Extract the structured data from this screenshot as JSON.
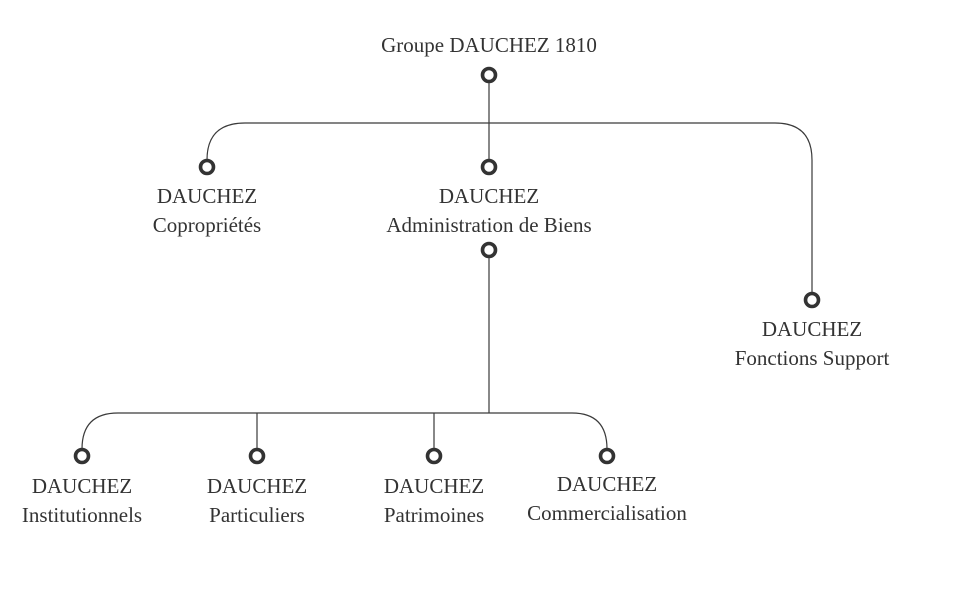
{
  "diagram": {
    "type": "org-chart",
    "root": {
      "label": "Groupe DAUCHEZ  1810"
    },
    "level1": [
      {
        "line1": "DAUCHEZ",
        "line2": "Copropriétés"
      },
      {
        "line1": "DAUCHEZ",
        "line2": "Administration de Biens"
      },
      {
        "line1": "DAUCHEZ",
        "line2": "Fonctions Support"
      }
    ],
    "level2_parent": "DAUCHEZ Administration de Biens",
    "level2": [
      {
        "line1": "DAUCHEZ",
        "line2": "Institutionnels"
      },
      {
        "line1": "DAUCHEZ",
        "line2": "Particuliers"
      },
      {
        "line1": "DAUCHEZ",
        "line2": "Patrimoines"
      },
      {
        "line1": "DAUCHEZ",
        "line2": "Commercialisation"
      }
    ],
    "colors": {
      "line": "#3a3a3a",
      "node": "#333333",
      "text": "#333333"
    }
  }
}
